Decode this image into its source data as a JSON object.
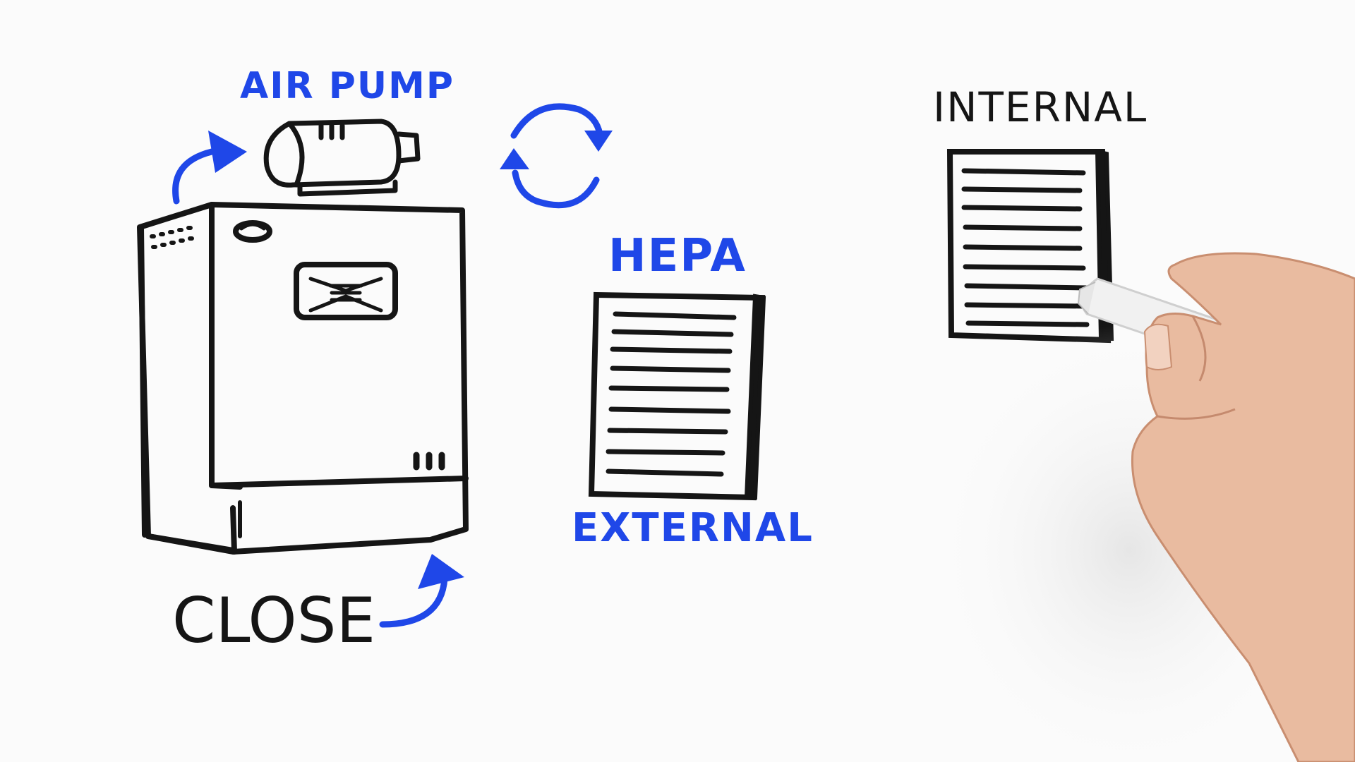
{
  "labels": {
    "air_pump": "AIR PUMP",
    "close": "CLOSE",
    "hepa": "HEPA",
    "external": "EXTERNAL",
    "internal": "INTERNAL"
  },
  "colors": {
    "ink_blue": "#1f47e8",
    "ink_black": "#151515",
    "board": "#fbfbfb"
  }
}
